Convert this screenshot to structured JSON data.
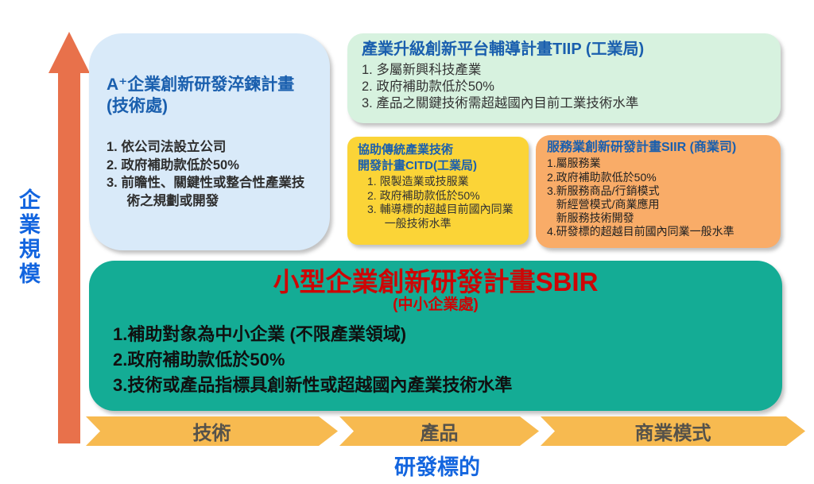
{
  "colors": {
    "arrow_orange": "#E8714B",
    "axis_label_blue": "#1365DF",
    "title_blue": "#1A5FAE",
    "red": "#CE0505",
    "box_blue_bg": "#D9EAF9",
    "box_green_bg": "#D7F2DF",
    "box_yellow_bg": "#FBD437",
    "box_orange_bg": "#F9AC68",
    "box_teal_bg": "#14AC95",
    "chevron": "#F7BA50",
    "chevron_text": "#55524A"
  },
  "diagram": {
    "y_axis": {
      "label": "企業規模"
    },
    "x_axis": {
      "label": "研發標的",
      "stages": [
        "技術",
        "產品",
        "商業模式"
      ]
    },
    "boxes": {
      "aplus": {
        "title": "A⁺企業創新研發淬鍊計畫",
        "org": "(技術處)",
        "items": [
          "1. 依公司法設立公司",
          "2. 政府補助款低於50%",
          "3. 前瞻性、關鍵性或整合性產業技術之規劃或開發"
        ]
      },
      "tiip": {
        "title": "產業升級創新平台輔導計畫TIIP (工業局)",
        "items": [
          "1. 多屬新興科技產業",
          "2. 政府補助款低於50%",
          "3. 產品之關鍵技術需超越國內目前工業技術水準"
        ]
      },
      "citd": {
        "title_line1": "協助傳統產業技術",
        "title_line2": "開發計畫CITD(工業局)",
        "items": [
          "1. 限製造業或技服業",
          "2. 政府補助款低於50%",
          "3. 輔導標的超越目前國內同業一般技術水準"
        ]
      },
      "siir": {
        "title": "服務業創新研發計畫SIIR (商業司)",
        "items": [
          "1.屬服務業",
          "2.政府補助款低於50%",
          "3.新服務商品/行銷模式",
          "   新經營模式/商業應用",
          "   新服務技術開發",
          "4.研發標的超越目前國內同業一般水準"
        ]
      },
      "sbir": {
        "title": "小型企業創新研發計畫SBIR",
        "org": "(中小企業處)",
        "items": [
          "1.補助對象為中小企業 (不限產業領域)",
          "2.政府補助款低於50%",
          "3.技術或產品指標具創新性或超越國內產業技術水準"
        ]
      }
    }
  }
}
